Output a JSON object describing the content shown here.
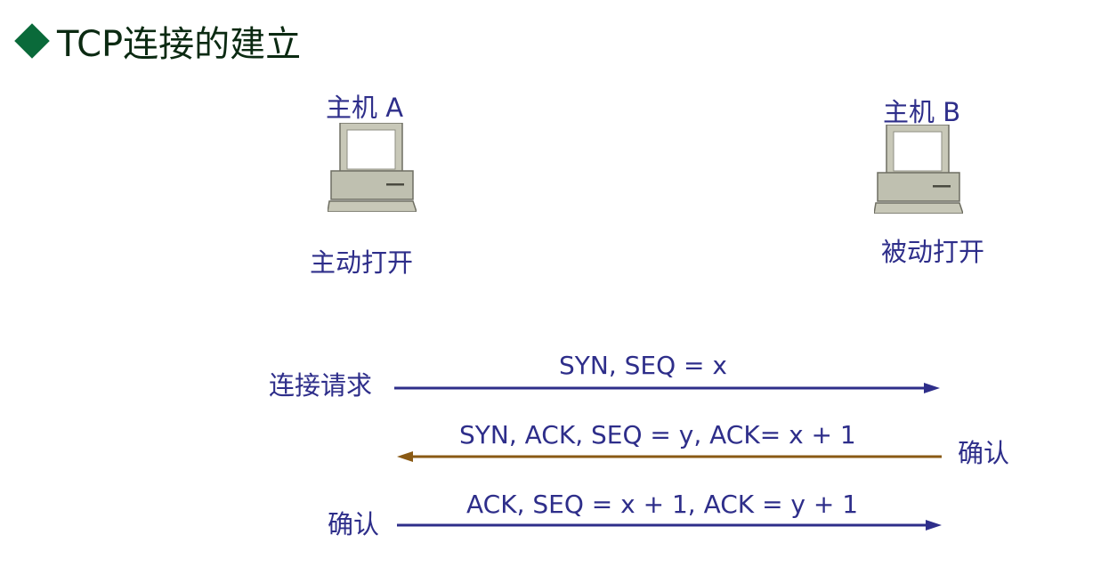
{
  "title": "TCP连接的建立",
  "hosts": {
    "a": {
      "label": "主机 A",
      "mode": "主动打开"
    },
    "b": {
      "label": "主机 B",
      "mode": "被动打开"
    }
  },
  "messages": [
    {
      "left_label": "连接请求",
      "text": "SYN, SEQ = x",
      "right_label": "",
      "direction": "A->B",
      "color": "#2e2e8a"
    },
    {
      "left_label": "",
      "text": "SYN, ACK, SEQ = y, ACK= x + 1",
      "right_label": "确认",
      "direction": "B->A",
      "color": "#8a5a14"
    },
    {
      "left_label": "确认",
      "text": "ACK, SEQ = x + 1, ACK = y + 1",
      "right_label": "",
      "direction": "A->B",
      "color": "#2e2e8a"
    }
  ],
  "colors": {
    "text": "#2e2e8a",
    "title": "#0b2a12",
    "bullet": "#0a6a3a"
  },
  "icons": [
    "computer-icon",
    "diamond-bullet-icon"
  ]
}
